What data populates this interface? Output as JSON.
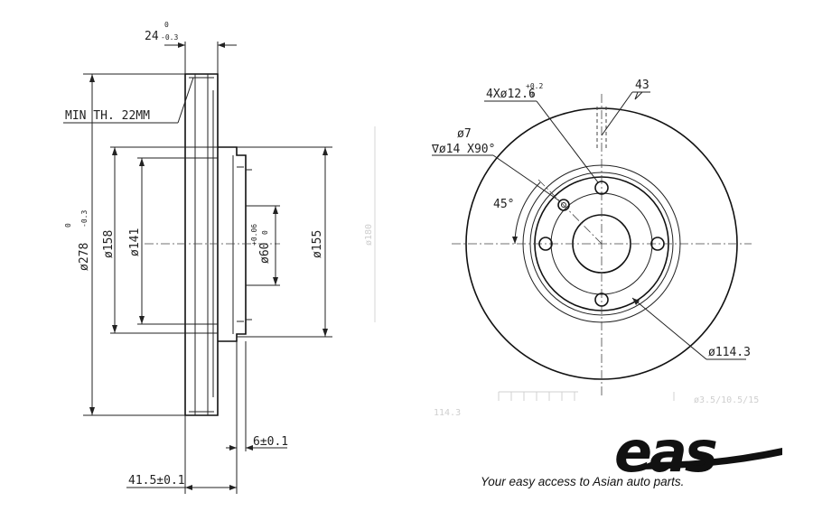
{
  "side_view": {
    "thickness": "24",
    "thickness_tol": "0",
    "thickness_tol_low": "-0.3",
    "min_thickness": "MIN TH. 22MM",
    "outer_diameter": "ø278",
    "outer_tol": "0",
    "outer_tol_low": "-0.3",
    "d158": "ø158",
    "d141": "ø141",
    "d60": "ø60",
    "d60_tol": "+0.06",
    "d60_tol_low": "0",
    "d155": "ø155",
    "faint_mark": "ø180",
    "hub_thickness": "6±0.1",
    "total_height": "41.5±0.1"
  },
  "front_view": {
    "bolt_holes": "4Xø12.6",
    "bolt_tol": "+0.2",
    "bolt_tol_low": "0",
    "dim_43": "43",
    "d7": "ø7",
    "countersink": "∇ø14  X90°",
    "angle_45": "45°",
    "pcd": "ø114.3",
    "faint_left": "114.3",
    "faint_right": "ø3.5/10.5/15"
  },
  "branding": {
    "logo": "eas",
    "tagline": "Your easy access to Asian auto parts."
  }
}
